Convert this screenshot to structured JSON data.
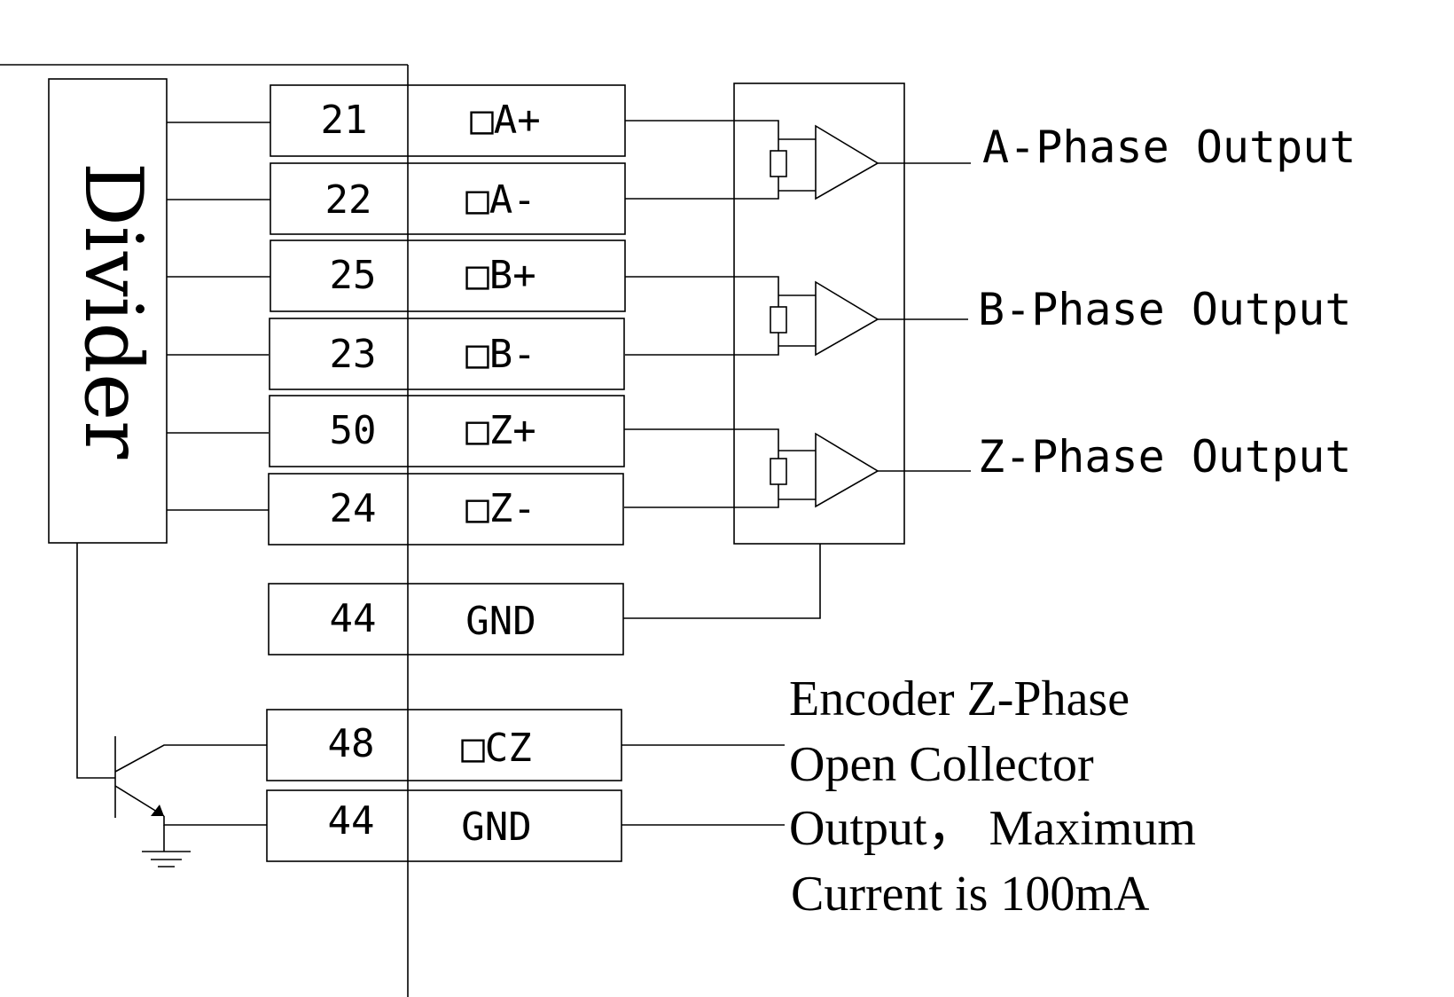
{
  "divider_label": "Divider",
  "terminals": [
    {
      "pin": "21",
      "signal": "□A+"
    },
    {
      "pin": "22",
      "signal": "□A-"
    },
    {
      "pin": "25",
      "signal": "□B+"
    },
    {
      "pin": "23",
      "signal": "□B-"
    },
    {
      "pin": "50",
      "signal": "□Z+"
    },
    {
      "pin": "24",
      "signal": "□Z-"
    },
    {
      "pin": "44",
      "signal": "GND"
    },
    {
      "pin": "48",
      "signal": "□CZ"
    },
    {
      "pin": "44",
      "signal": "GND"
    }
  ],
  "outputs": [
    "A-Phase Output",
    "B-Phase Output",
    "Z-Phase Output"
  ],
  "note_lines": [
    "Encoder Z-Phase",
    "Open Collector",
    "Output， Maximum",
    "Current is 100mA"
  ]
}
